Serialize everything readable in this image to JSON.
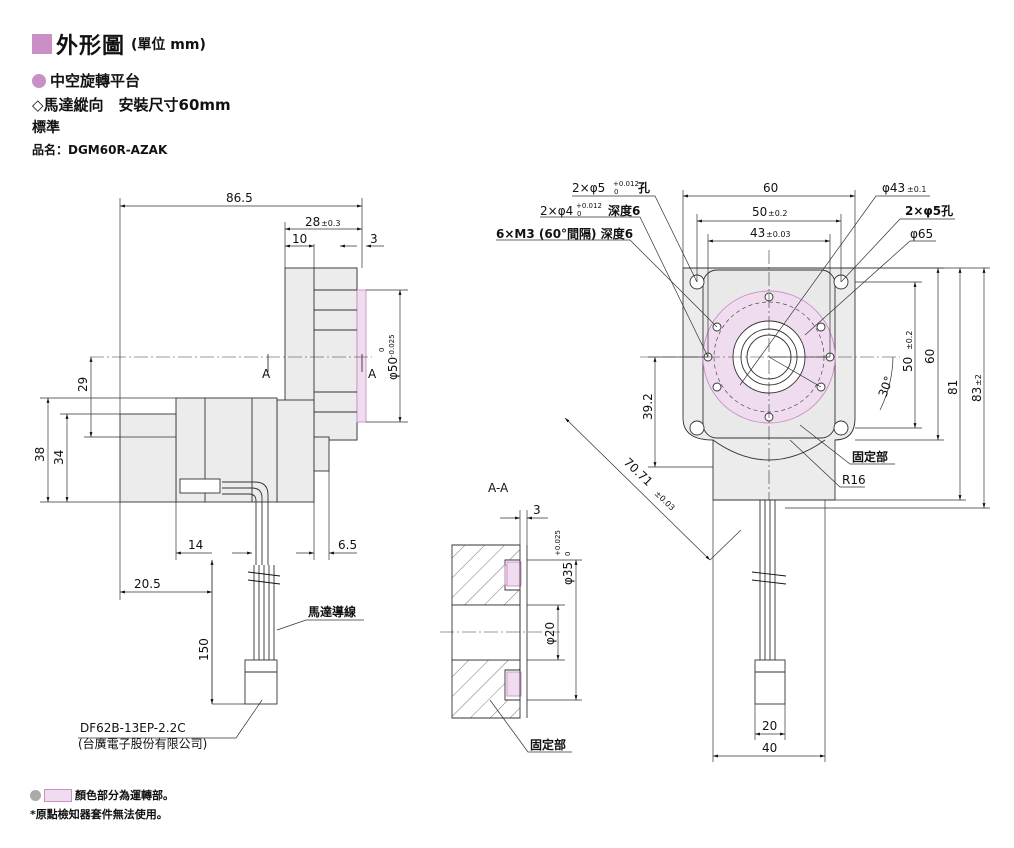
{
  "header": {
    "title": "外形圖",
    "unit": "(單位 mm)",
    "subtitle": "中空旋轉平台",
    "motor_line": "◇馬達縱向　安裝尺寸60mm",
    "standard": "標準",
    "product": "品名：DGM60R-AZAK"
  },
  "side_view": {
    "d_86_5": "86.5",
    "d_28": "28",
    "d_28_tol": "±0.3",
    "d_10": "10",
    "d_3": "3",
    "sect_a_left": "A",
    "sect_a_right": "A",
    "d_50": "φ50",
    "d_50_tol_top": "0",
    "d_50_tol_bot": "-0.025",
    "d_29": "29",
    "d_38": "38",
    "d_34": "34",
    "d_14": "14",
    "d_6_5": "6.5",
    "d_20_5": "20.5",
    "d_150": "150",
    "motor_lead": "馬達導線",
    "connector_part": "DF62B-13EP-2.2C",
    "connector_maker": "(台廣電子股份有限公司)"
  },
  "section_view": {
    "label": "A-A",
    "d_3": "3",
    "d_35": "φ35",
    "d_35_tol_top": "+0.025",
    "d_35_tol_bot": "0",
    "d_20": "φ20",
    "fixed_part": "固定部"
  },
  "front_view": {
    "hole5": "2×φ5",
    "hole5_tol_top": "+0.012",
    "hole5_tol_bot": "0",
    "hole5_suffix": "孔",
    "hole4": "2×φ4",
    "hole4_tol_top": "+0.012",
    "hole4_tol_bot": "0",
    "hole4_suffix": "深度6",
    "m3": "6×M3 (60°間隔) 深度6",
    "d_60_top": "60",
    "d_50": "50",
    "d_50_tol": "±0.2",
    "d_43": "43",
    "d_43_tol": "±0.03",
    "d_43phi": "φ43",
    "d_43phi_tol": "±0.1",
    "hole5b": "2×φ5孔",
    "d_65phi": "φ65",
    "d_50v": "50",
    "d_50v_tol": "±0.2",
    "d_60v": "60",
    "d_81": "81",
    "d_83": "83",
    "d_83_tol": "±2",
    "angle_30": "30°",
    "d_39_2": "39.2",
    "fixed_part": "固定部",
    "r16": "R16",
    "diag": "70.71",
    "diag_tol": "±0.03",
    "d_20": "20",
    "d_40": "40"
  },
  "footnotes": {
    "rotating": "顏色部分為運轉部。",
    "note": "*原點檢知器套件無法使用。"
  },
  "colors": {
    "accent": "#c98fc6",
    "rotating_fill": "#f0dcef",
    "body_fill": "#ececec"
  }
}
